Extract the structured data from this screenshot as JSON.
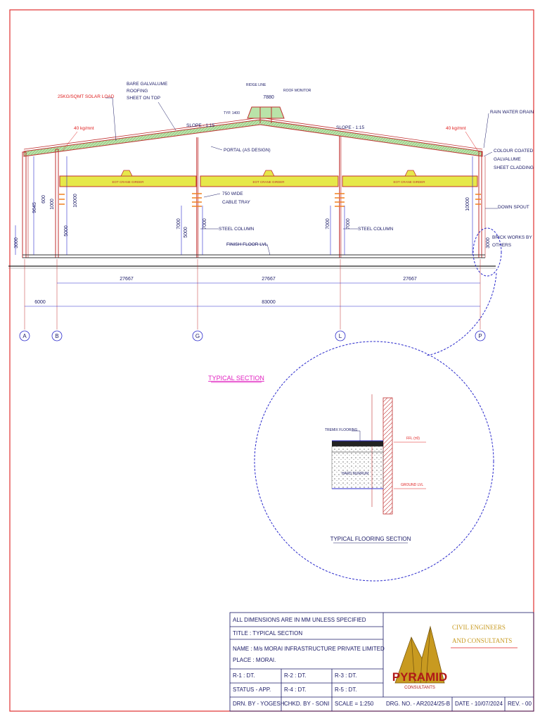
{
  "drawing": {
    "labels": {
      "solar_load": "25KG/SQMT SOLAR LOAD",
      "bare_galvalume": "BARE GALVALUME",
      "roofing": "ROOFING",
      "sheet_on_top": "SHEET ON TOP",
      "ridge_line": "RIDGE LINE",
      "roof_monitor": "ROOF MONITOR",
      "monitor_width": "7880",
      "typ_note": "TYP. 1400",
      "slope_left": "SLOPE - 1:15",
      "slope_right": "SLOPE - 1:15",
      "rain_water_drain": "RAIN WATER DRAIN",
      "load_left": "40 kg/mnt",
      "load_right": "40 kg/mnt",
      "portal": "PORTAL (AS DESIGN)",
      "colour_coated": "COLOUR COATED",
      "galvalume": "GALVALUME",
      "sheet_cladding": "SHEET CLADDING",
      "crane_beam": "EOT CRANE GIRDER",
      "cable_tray_1": "750 WIDE",
      "cable_tray_2": "CABLE TRAY",
      "down_spout": "DOWN SPOUT",
      "steel_column_1": "STEEL COLUMN",
      "steel_column_2": "STEEL COLUMN",
      "brick_works_1": "BRICK WORKS BY",
      "brick_works_2": "OTHERS",
      "finish_floor": "FINISH FLOOR LVL",
      "typical_section": "TYPICAL SECTION",
      "typical_flooring_section": "TYPICAL FLOORING SECTION",
      "trimix_flooring": "TREMIX FLOORING",
      "hard_murrum": "HARD MURRUM",
      "ground_lvl": "GROUND LVL",
      "ffl": "FFL (±0)"
    },
    "dims": {
      "d9645": "9645",
      "d10000_left": "10000",
      "d10000_right": "10000",
      "d1000": "1000",
      "d600": "600",
      "d3000_left": "3000",
      "d3000_right": "3000",
      "d5000": "5000",
      "d7000_g1": "7000",
      "d5000_g": "5000",
      "d7000_g2": "7000",
      "d7000_l1": "7000",
      "d7000_l2": "7000",
      "bay1": "27667",
      "bay2": "27667",
      "bay3": "27667",
      "span_a": "6000",
      "span_total": "83000"
    },
    "grids": [
      "A",
      "B",
      "G",
      "L",
      "P"
    ]
  },
  "title_block": {
    "dimensions_note": "ALL DIMENSIONS ARE IN MM UNLESS SPECIFIED",
    "title": "TITLE :  TYPICAL SECTION",
    "name": "NAME :  M/s MORAI INFRASTRUCTURE PRIVATE LIMITED",
    "place": "PLACE : MORAI.",
    "r1": "R-1 : DT.",
    "r2": "R-2 : DT.",
    "r3": "R-3 : DT.",
    "status": "STATUS - APP.",
    "r4": "R-4 : DT.",
    "r5": "R-5 : DT.",
    "drawn_by": "DRN. BY - YOGESH",
    "checked_by": "CHKD. BY - SONI",
    "scale": "SCALE = 1:250",
    "drawing_no": "DRG. NO. - AR2024/25-B",
    "date": "DATE - 10/07/2024",
    "revision": "REV. - 00",
    "company_line1": "CIVIL ENGINEERS",
    "company_line2": "AND CONSULTANTS",
    "logo_word": "PYRAMID",
    "logo_sub": "CONSULTANTS"
  },
  "colors": {
    "border": "#e03030",
    "structure": "#c03030",
    "dimension": "#2b2bcc",
    "crane_beam": "#e6e84a",
    "roof_fill": "#b9e3a8",
    "text": "#1a1a66",
    "magenta": "#e020c0",
    "orange": "#f08020",
    "logo_gold": "#c89a20",
    "logo_red": "#b01818"
  }
}
